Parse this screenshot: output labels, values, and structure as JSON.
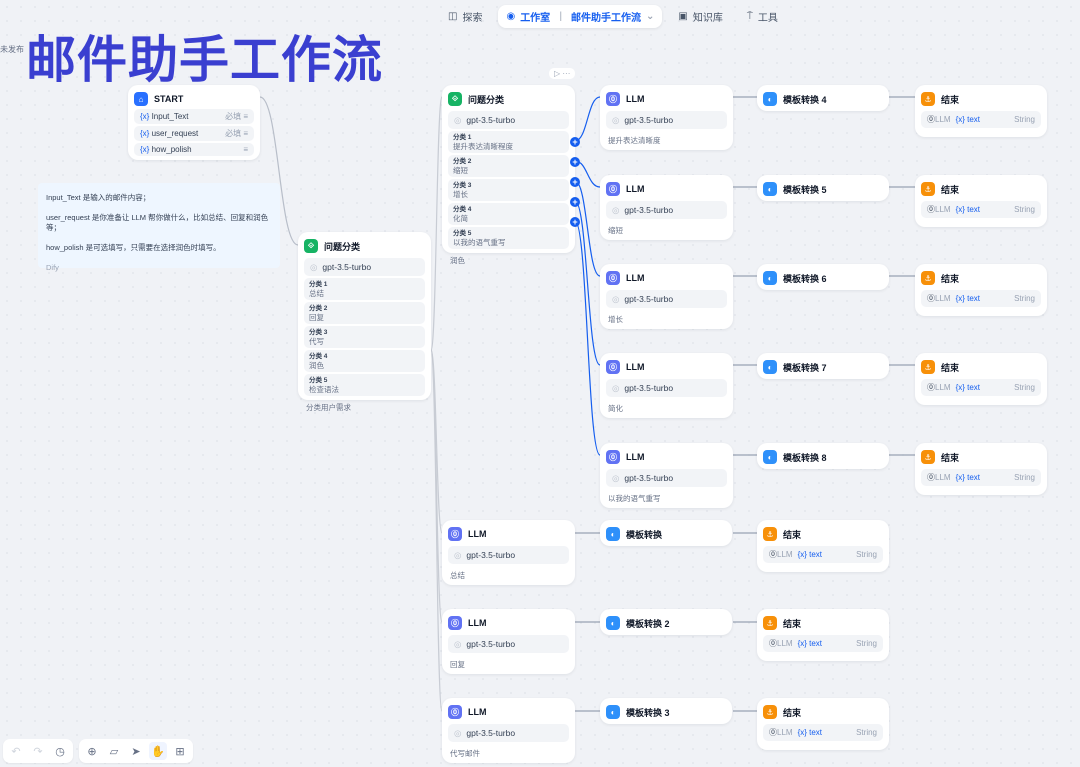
{
  "page_title": "邮件助手工作流",
  "status": "未发布",
  "nav": {
    "explore": "探索",
    "studio": "工作室",
    "app_name": "邮件助手工作流",
    "knowledge": "知识库",
    "tools": "工具"
  },
  "note": {
    "lines": [
      "Input_Text 是输入的邮件内容；",
      "user_request 是你准备让 LLM 帮你做什么，比如总结、回复和润色等；",
      "how_polish 是可选填写，只需要在选择润色时填写。"
    ],
    "author": "Dify"
  },
  "start": {
    "title": "START",
    "vars": [
      {
        "name": "Input_Text",
        "required": "必填",
        "icon": "text-icon"
      },
      {
        "name": "user_request",
        "required": "必填",
        "icon": "paragraph-icon"
      },
      {
        "name": "how_polish",
        "required": "",
        "icon": "paragraph-icon"
      }
    ]
  },
  "classifier_main": {
    "title": "问题分类",
    "model": "gpt-3.5-turbo",
    "classes": [
      {
        "label": "分类 1",
        "value": "总结"
      },
      {
        "label": "分类 2",
        "value": "回复"
      },
      {
        "label": "分类 3",
        "value": "代写"
      },
      {
        "label": "分类 4",
        "value": "润色"
      },
      {
        "label": "分类 5",
        "value": "检查语法"
      }
    ],
    "desc": "分类用户需求"
  },
  "classifier_polish": {
    "title": "问题分类",
    "model": "gpt-3.5-turbo",
    "classes": [
      {
        "label": "分类 1",
        "value": "提升表达清晰程度"
      },
      {
        "label": "分类 2",
        "value": "缩短"
      },
      {
        "label": "分类 3",
        "value": "增长"
      },
      {
        "label": "分类 4",
        "value": "化简"
      },
      {
        "label": "分类 5",
        "value": "以我的语气重写"
      }
    ],
    "desc": "润色"
  },
  "node_toolbar": {
    "run": "▷",
    "more": "···"
  },
  "llm_polish": [
    {
      "title": "LLM",
      "model": "gpt-3.5-turbo",
      "desc": "提升表达清晰度"
    },
    {
      "title": "LLM",
      "model": "gpt-3.5-turbo",
      "desc": "缩短"
    },
    {
      "title": "LLM",
      "model": "gpt-3.5-turbo",
      "desc": "增长"
    },
    {
      "title": "LLM",
      "model": "gpt-3.5-turbo",
      "desc": "简化"
    },
    {
      "title": "LLM",
      "model": "gpt-3.5-turbo",
      "desc": "以我的语气重写"
    }
  ],
  "template_polish": [
    {
      "title": "模板转换 4"
    },
    {
      "title": "模板转换 5"
    },
    {
      "title": "模板转换 6"
    },
    {
      "title": "模板转换 7"
    },
    {
      "title": "模板转换 8"
    }
  ],
  "end_polish": [
    {
      "title": "结束",
      "source": "LLM",
      "var": "{x} text",
      "type": "String"
    },
    {
      "title": "结束",
      "source": "LLM",
      "var": "{x} text",
      "type": "String"
    },
    {
      "title": "结束",
      "source": "LLM",
      "var": "{x} text",
      "type": "String"
    },
    {
      "title": "结束",
      "source": "LLM",
      "var": "{x} text",
      "type": "String"
    },
    {
      "title": "结束",
      "source": "LLM",
      "var": "{x} text",
      "type": "String"
    }
  ],
  "llm_main": [
    {
      "title": "LLM",
      "model": "gpt-3.5-turbo",
      "desc": "总结"
    },
    {
      "title": "LLM",
      "model": "gpt-3.5-turbo",
      "desc": "回复"
    },
    {
      "title": "LLM",
      "model": "gpt-3.5-turbo",
      "desc": "代写邮件"
    }
  ],
  "template_main": [
    {
      "title": "模板转换"
    },
    {
      "title": "模板转换 2"
    },
    {
      "title": "模板转换 3"
    }
  ],
  "end_main": [
    {
      "title": "结束",
      "source": "LLM",
      "var": "{x} text",
      "type": "String"
    },
    {
      "title": "结束",
      "source": "LLM",
      "var": "{x} text",
      "type": "String"
    },
    {
      "title": "结束",
      "source": "LLM",
      "var": "{x} text",
      "type": "String"
    }
  ],
  "colors": {
    "accent": "#155eef",
    "start": "#2970ff",
    "classifier": "#16b364",
    "llm": "#6172f3",
    "template": "#2e90fa",
    "end": "#f79009",
    "title": "#3a3fd0"
  }
}
